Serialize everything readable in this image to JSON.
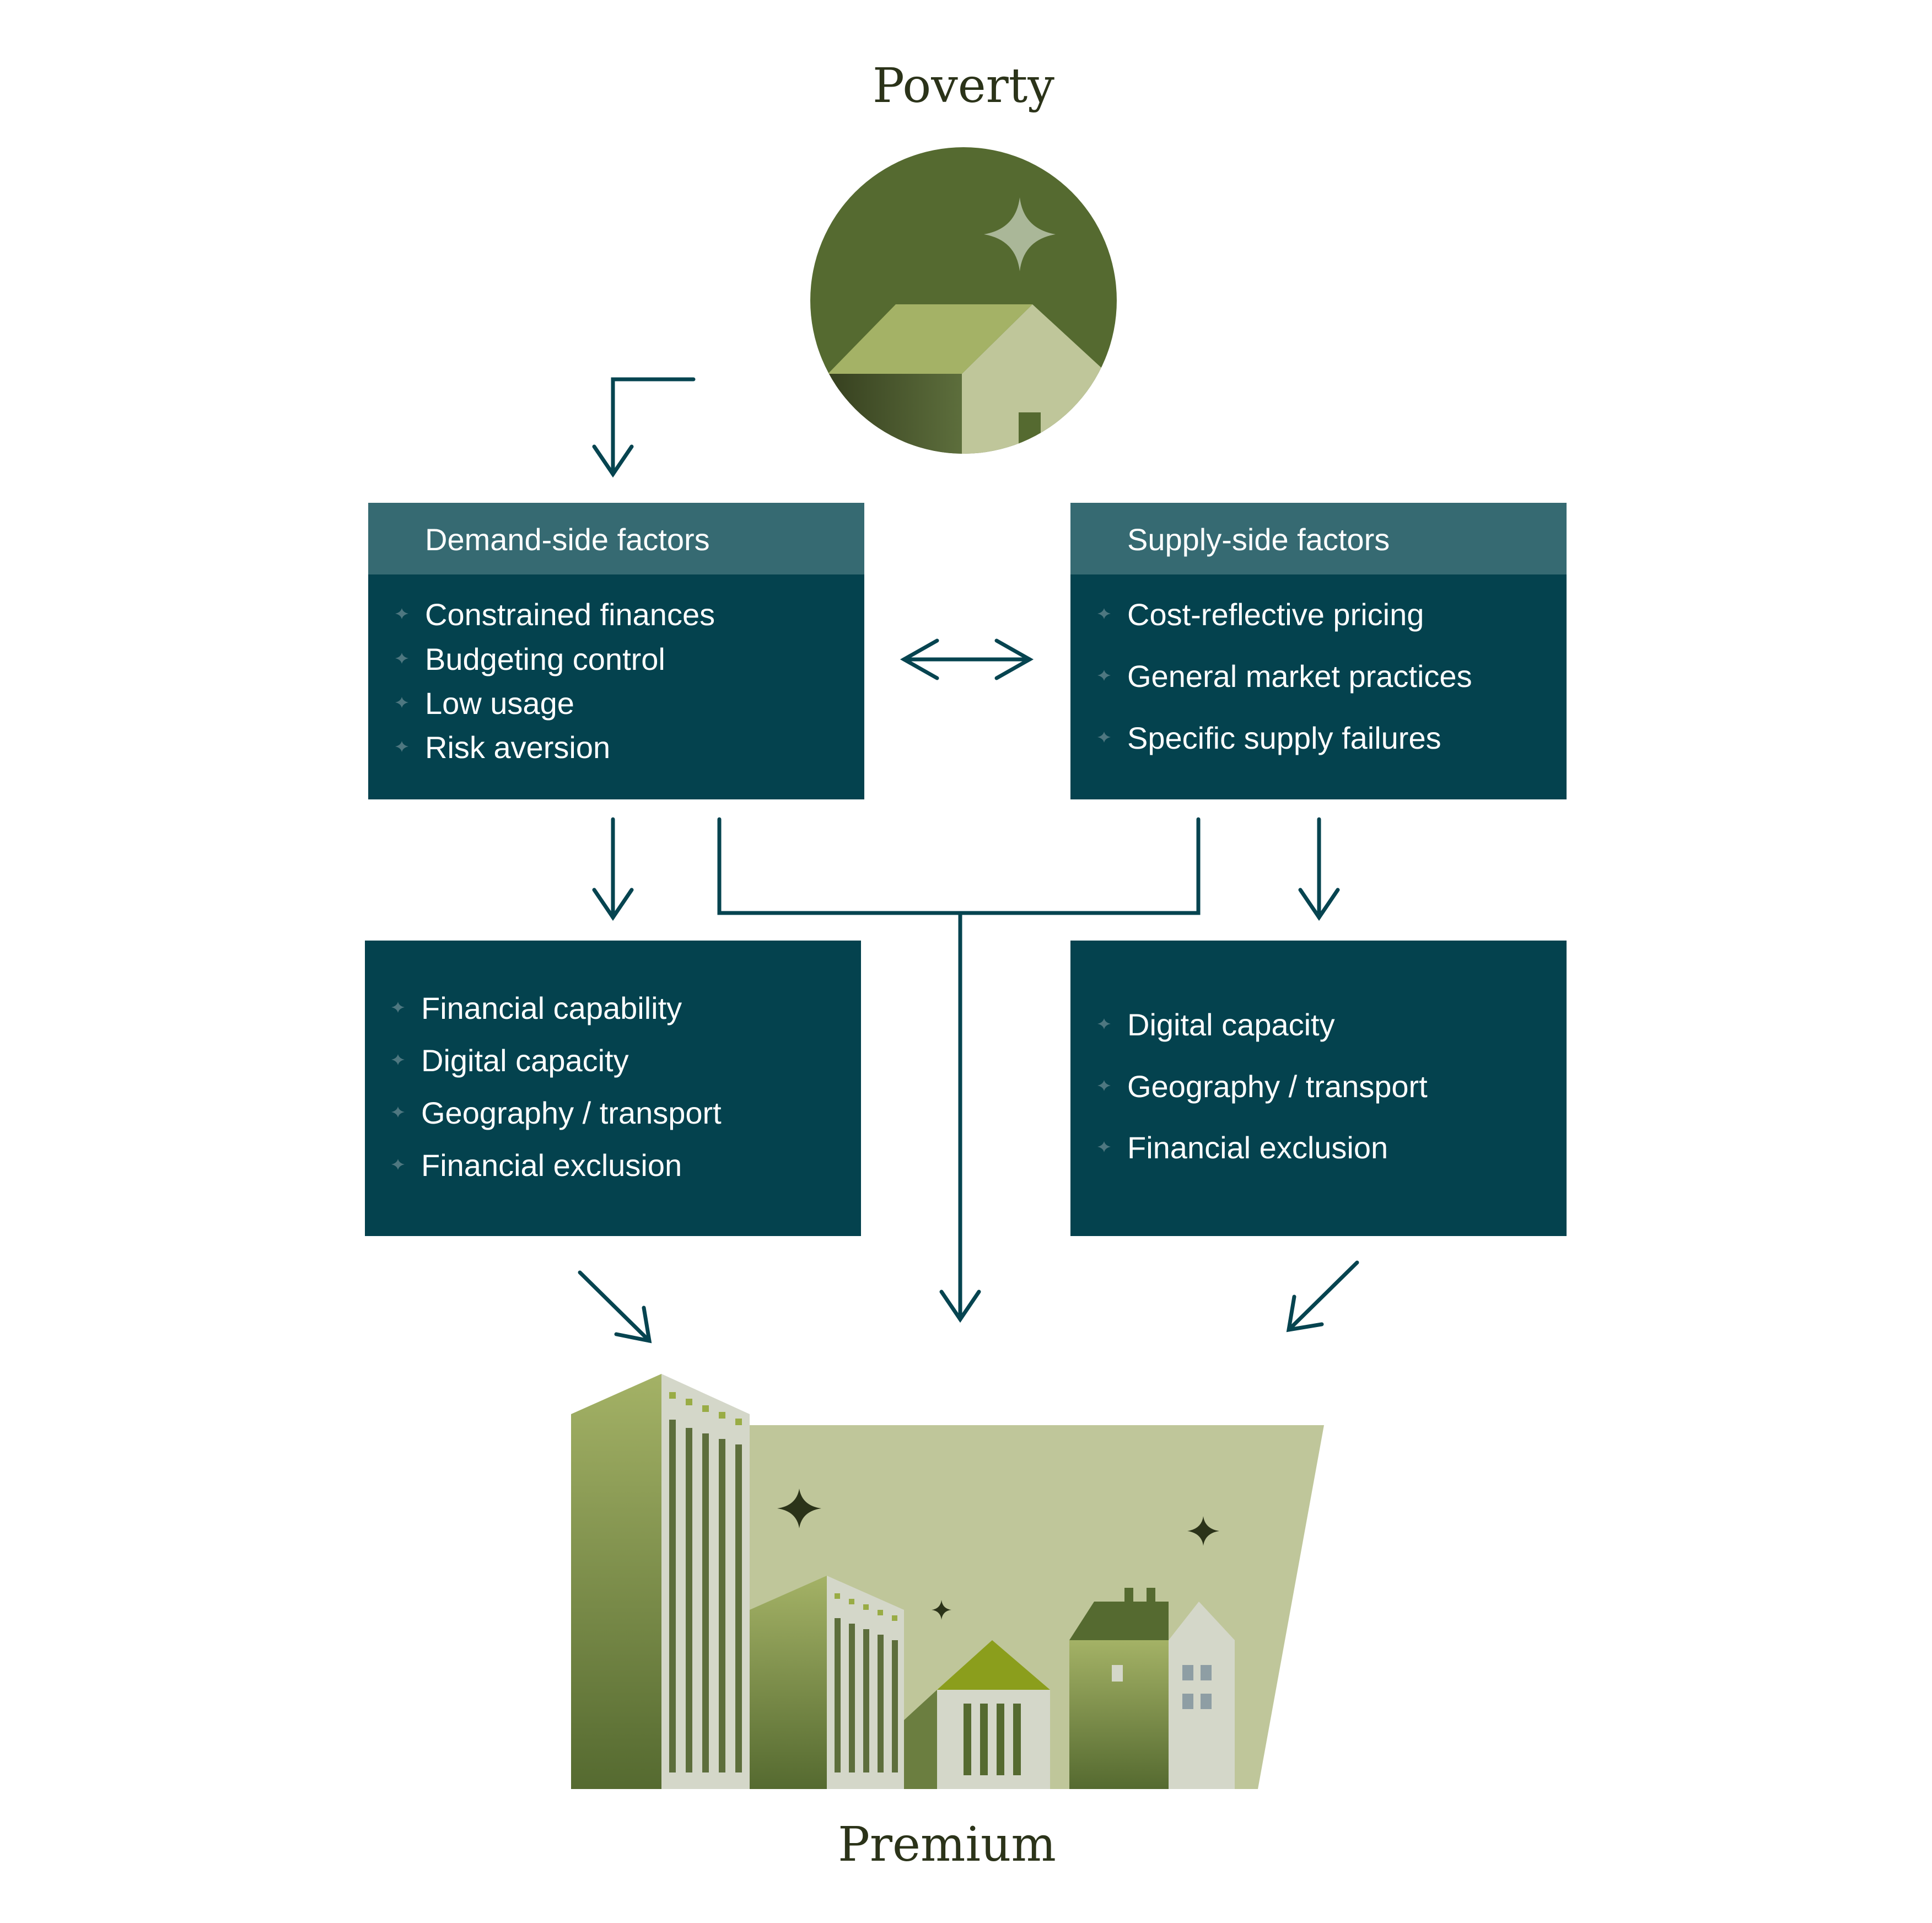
{
  "titles": {
    "top": "Poverty",
    "bottom": "Premium"
  },
  "boxes": {
    "demand": {
      "header": "Demand-side factors",
      "items": [
        "Constrained finances",
        "Budgeting control",
        "Low usage",
        "Risk aversion"
      ]
    },
    "supply": {
      "header": "Supply-side factors",
      "items": [
        "Cost-reflective pricing",
        "General market practices",
        "Specific supply failures"
      ]
    },
    "demand_outcomes": {
      "items": [
        "Financial capability",
        "Digital capacity",
        "Geography / transport",
        "Financial exclusion"
      ]
    },
    "supply_outcomes": {
      "items": [
        "Digital capacity",
        "Geography / transport",
        "Financial exclusion"
      ]
    }
  },
  "icons": {
    "top": "house-night-icon",
    "bottom": "city-skyline-icon",
    "bullet": "sparkle-bullet-icon"
  },
  "colors": {
    "box_header": "#366a72",
    "box_body": "#04424e",
    "arrow": "#064450",
    "title": "#2b3319",
    "olive_dark": "#556a30",
    "olive_light": "#a4b266",
    "sage": "#bfc69a",
    "pale": "#d4d7c9"
  }
}
